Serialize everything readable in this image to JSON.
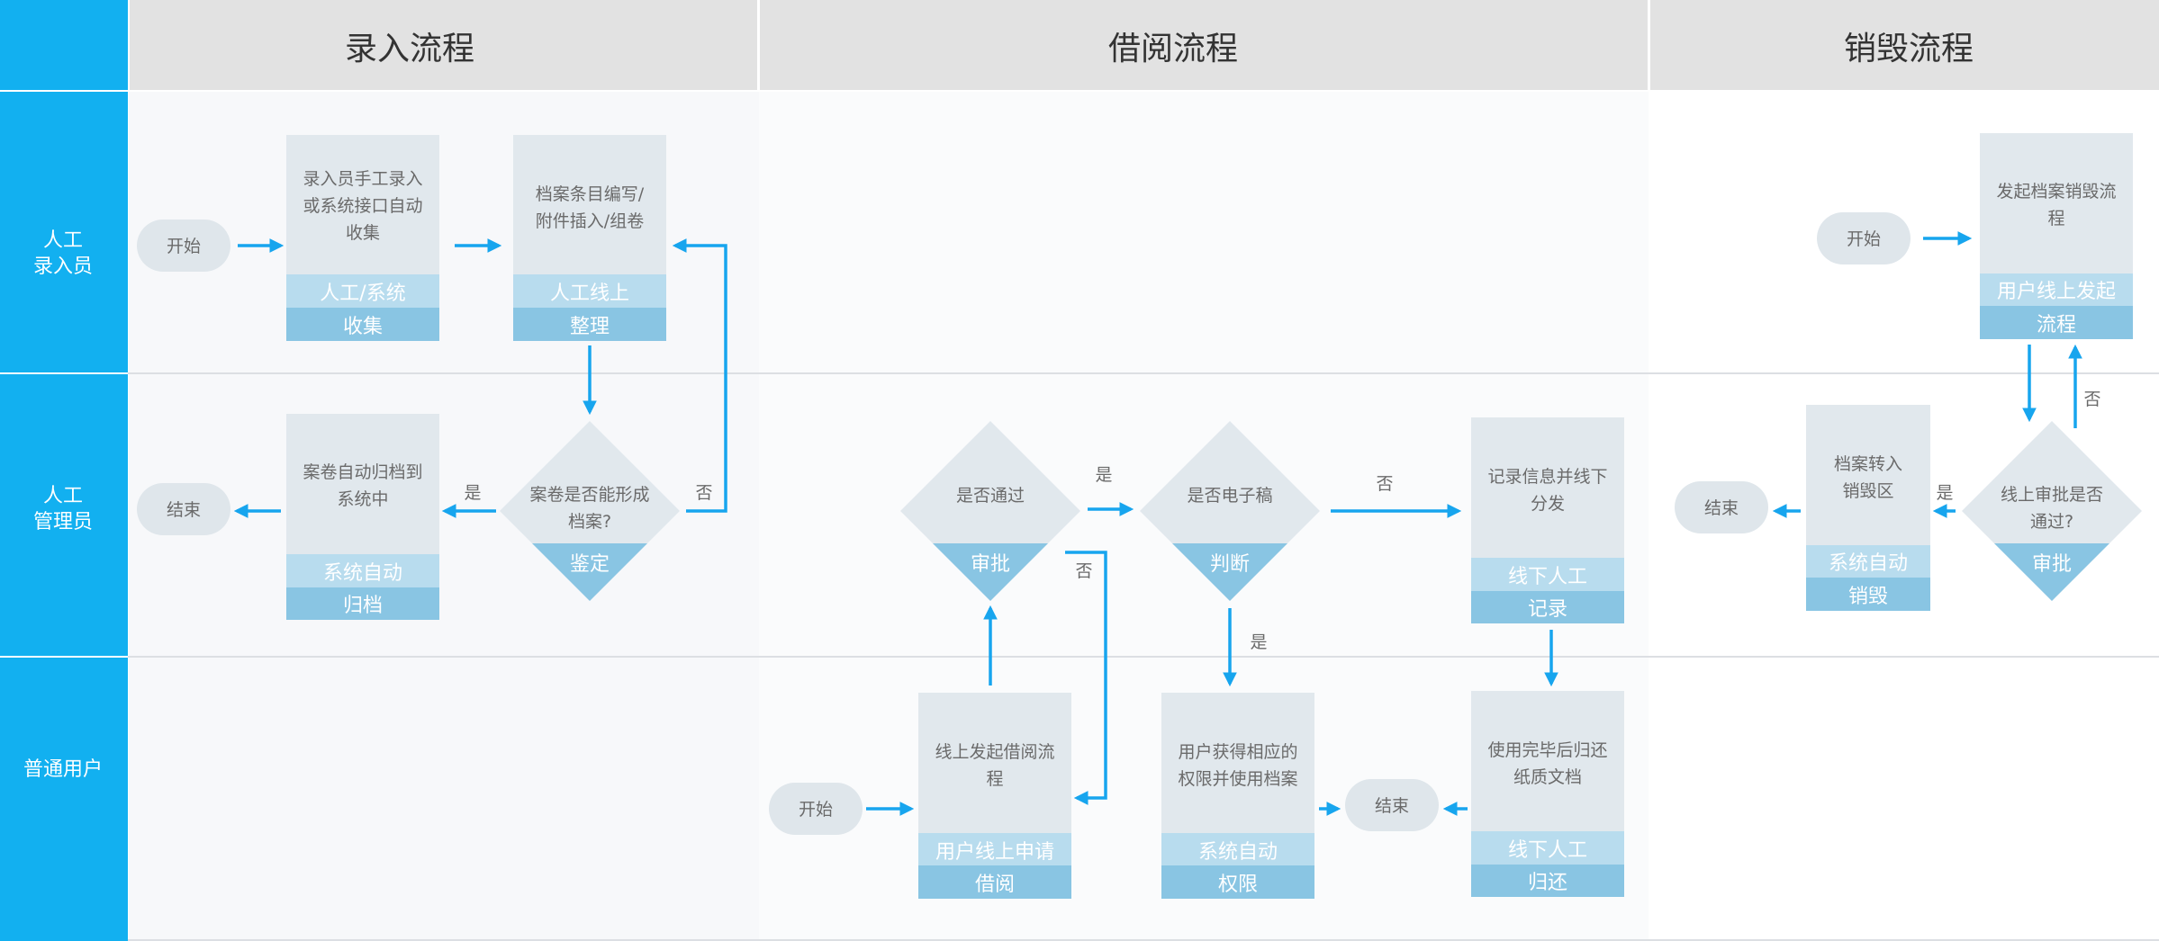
{
  "columns": [
    "录入流程",
    "借阅流程",
    "销毁流程"
  ],
  "lanes": [
    {
      "lines": [
        "人工",
        "录入员"
      ]
    },
    {
      "lines": [
        "人工",
        "管理员"
      ]
    },
    {
      "lines": [
        "普通用户"
      ]
    }
  ],
  "terminals": {
    "entry_start": "开始",
    "entry_end": "结束",
    "borrow_start": "开始",
    "borrow_end": "结束",
    "destroy_start": "开始",
    "destroy_end": "结束"
  },
  "steps": {
    "collect": {
      "desc": [
        "录入员手工录入",
        "或系统接口自动",
        "收集"
      ],
      "mode": "人工/系统",
      "action": "收集"
    },
    "organize": {
      "desc": [
        "档案条目编写/",
        "附件插入/组卷"
      ],
      "mode": "人工线上",
      "action": "整理"
    },
    "archive": {
      "desc": [
        "案卷自动归档到",
        "系统中"
      ],
      "mode": "系统自动",
      "action": "归档"
    },
    "apply": {
      "desc": [
        "线上发起借阅流",
        "程"
      ],
      "mode": "用户线上申请",
      "action": "借阅"
    },
    "record": {
      "desc": [
        "记录信息并线下",
        "分发"
      ],
      "mode": "线下人工",
      "action": "记录"
    },
    "permit": {
      "desc": [
        "用户获得相应的",
        "权限并使用档案"
      ],
      "mode": "系统自动",
      "action": "权限"
    },
    "return": {
      "desc": [
        "使用完毕后归还",
        "纸质文档"
      ],
      "mode": "线下人工",
      "action": "归还"
    },
    "launch": {
      "desc": [
        "发起档案销毁流",
        "程"
      ],
      "mode": "用户线上发起",
      "action": "流程"
    },
    "transfer": {
      "desc": [
        "档案转入",
        "销毁区"
      ],
      "mode": "系统自动",
      "action": "销毁"
    }
  },
  "decisions": {
    "identify": {
      "desc": [
        "案卷是否能形成",
        "档案?"
      ],
      "action": "鉴定"
    },
    "approve": {
      "desc": [
        "是否通过"
      ],
      "action": "审批"
    },
    "electronic": {
      "desc": [
        "是否电子稿"
      ],
      "action": "判断"
    },
    "destroy_approve": {
      "desc": [
        "线上审批是否",
        "通过?"
      ],
      "action": "审批"
    }
  },
  "edge_labels": {
    "identify_yes": "是",
    "identify_no": "否",
    "approve_yes": "是",
    "approve_no": "否",
    "electronic_no": "否",
    "electronic_yes": "是",
    "destroy_yes": "是",
    "destroy_no": "否"
  },
  "colors": {
    "lane_header": "#12b0f0",
    "column_header": "#e2e2e2",
    "column_header_text": "#333333",
    "lane_bg_light": "#f7f8fa",
    "box_bg": "#e1e8ed",
    "box_mode": "#b8dcee",
    "box_action": "#89c5e3",
    "terminal": "#dfe6eb",
    "arrow": "#17a5ee",
    "text_gray": "#6a6a6a"
  }
}
